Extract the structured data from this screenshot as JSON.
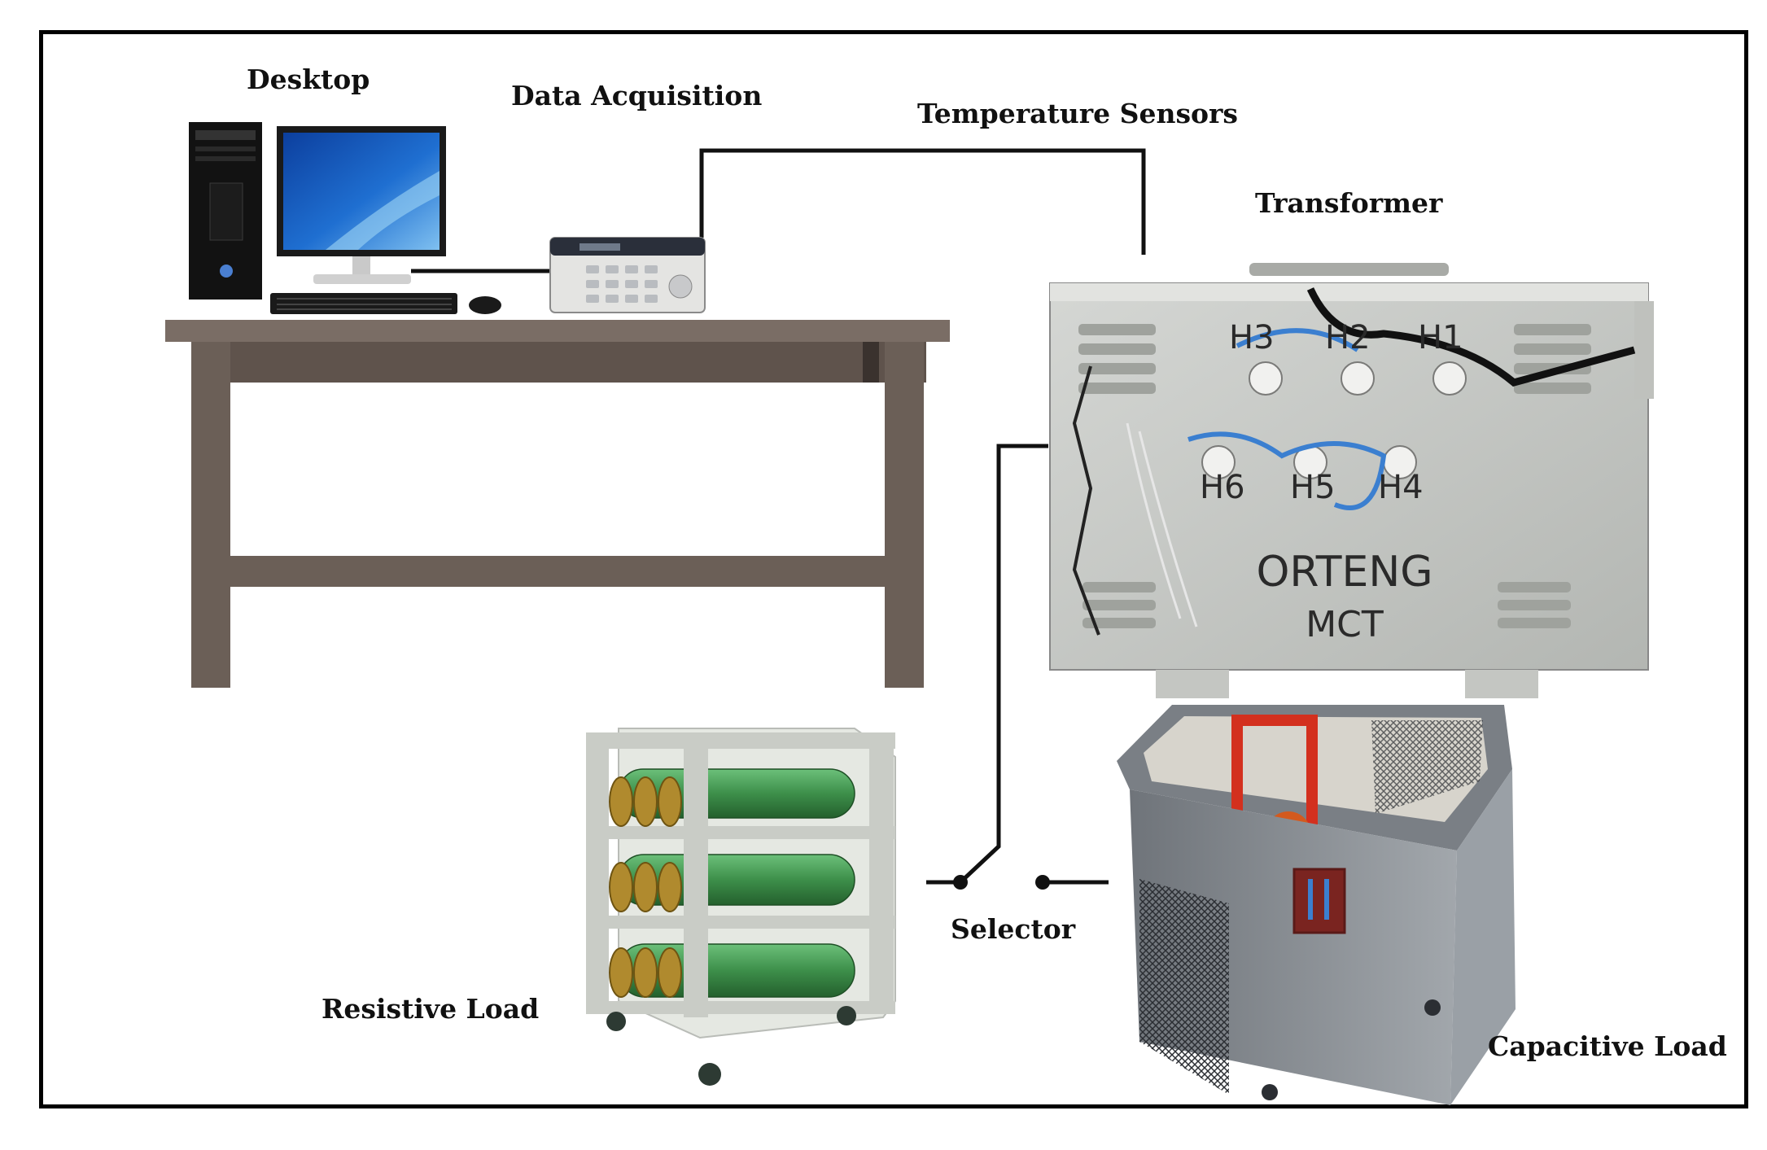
{
  "labels": {
    "desktop": "Desktop",
    "data_acquisition": "Data Acquisition",
    "temperature_sensors": "Temperature Sensors",
    "transformer": "Transformer",
    "selector": "Selector",
    "resistive_load": "Resistive Load",
    "capacitive_load": "Capacitive Load"
  },
  "transformer_markings": {
    "terminals_top": [
      "H3",
      "H2",
      "H1"
    ],
    "terminals_bottom": [
      "H6",
      "H5",
      "H4"
    ],
    "brand": "ORTENG",
    "model": "MCT"
  },
  "colors": {
    "wire": "#111111",
    "green_resistor": "#3d8f4a",
    "transformer_body": "#c9cbc8",
    "table_wood": "#6b5f57",
    "capacitive_cabinet": "#8e9399",
    "frame_red": "#d3301e",
    "monitor_screen": "#1f6fd1",
    "jumper_blue": "#3b7fd0"
  }
}
